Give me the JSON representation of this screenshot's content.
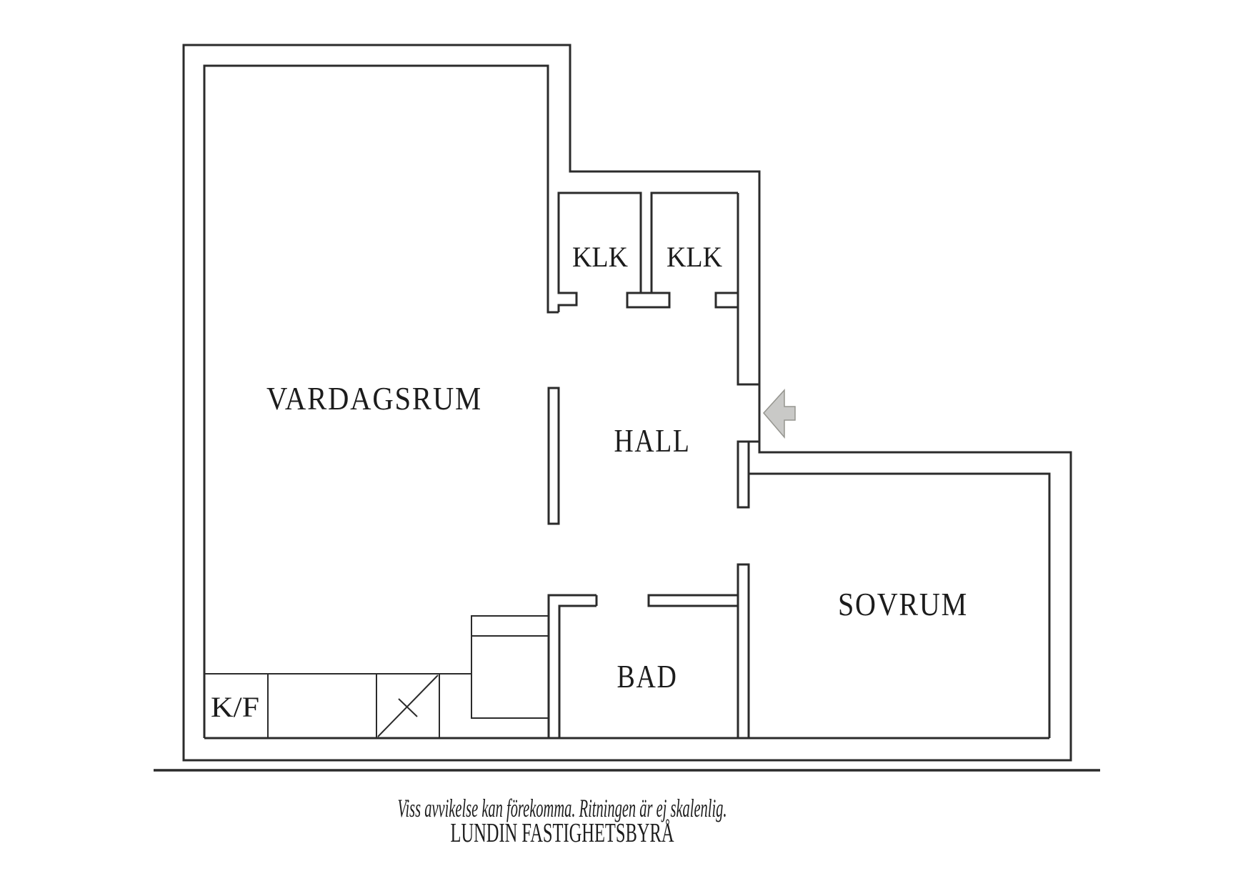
{
  "floor_plan": {
    "title_context": "apartment floor plan",
    "rooms": [
      {
        "id": "vardagsrum",
        "label": "VARDAGSRUM"
      },
      {
        "id": "klk-1",
        "label": "KLK"
      },
      {
        "id": "klk-2",
        "label": "KLK"
      },
      {
        "id": "hall",
        "label": "HALL"
      },
      {
        "id": "sovrum",
        "label": "SOVRUM"
      },
      {
        "id": "bad",
        "label": "BAD"
      },
      {
        "id": "kf-unit",
        "label": "K/F"
      }
    ],
    "icons": [
      {
        "name": "entrance-arrow-icon",
        "meaning": "entrance direction pointing left into hall"
      }
    ],
    "colors": {
      "background": "#ffffff",
      "wall": "#2b2b2b",
      "furniture_line": "#2b2b2b",
      "text": "#1c1c1c",
      "arrow_fill": "#c9c9c7",
      "arrow_stroke": "#95958f"
    }
  },
  "footer": {
    "disclaimer": "Viss avvikelse kan förekomma. Ritningen är ej skalenlig.",
    "brand": "LUNDIN FASTIGHETSBYRÅ"
  }
}
